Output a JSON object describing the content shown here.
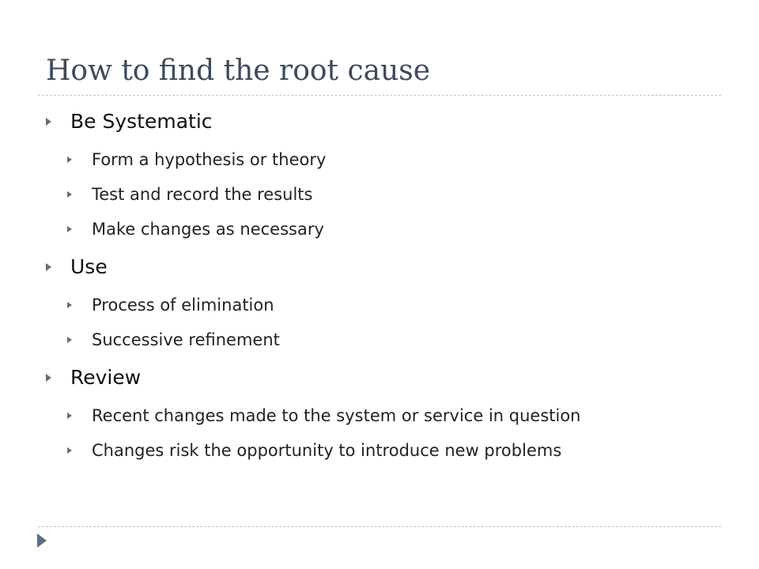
{
  "slide": {
    "title": "How to find the root cause",
    "bullets": [
      {
        "text": "Be Systematic",
        "children": [
          "Form a hypothesis or theory",
          "Test and record the results",
          "Make changes as necessary"
        ]
      },
      {
        "text": "Use",
        "children": [
          "Process of elimination",
          "Successive refinement"
        ]
      },
      {
        "text": "Review",
        "children": [
          "Recent changes made to the system or service in question",
          "Changes risk the opportunity to introduce new problems"
        ]
      }
    ]
  },
  "theme": {
    "title_color": "#3c4b5c",
    "bullet_color": "#5d6f86",
    "rule_color": "#b3c3d6",
    "text_color": "#111111"
  },
  "icons": {
    "level1_bullet": "triangle-right-icon",
    "level2_bullet": "triangle-right-icon",
    "corner": "triangle-right-icon"
  }
}
